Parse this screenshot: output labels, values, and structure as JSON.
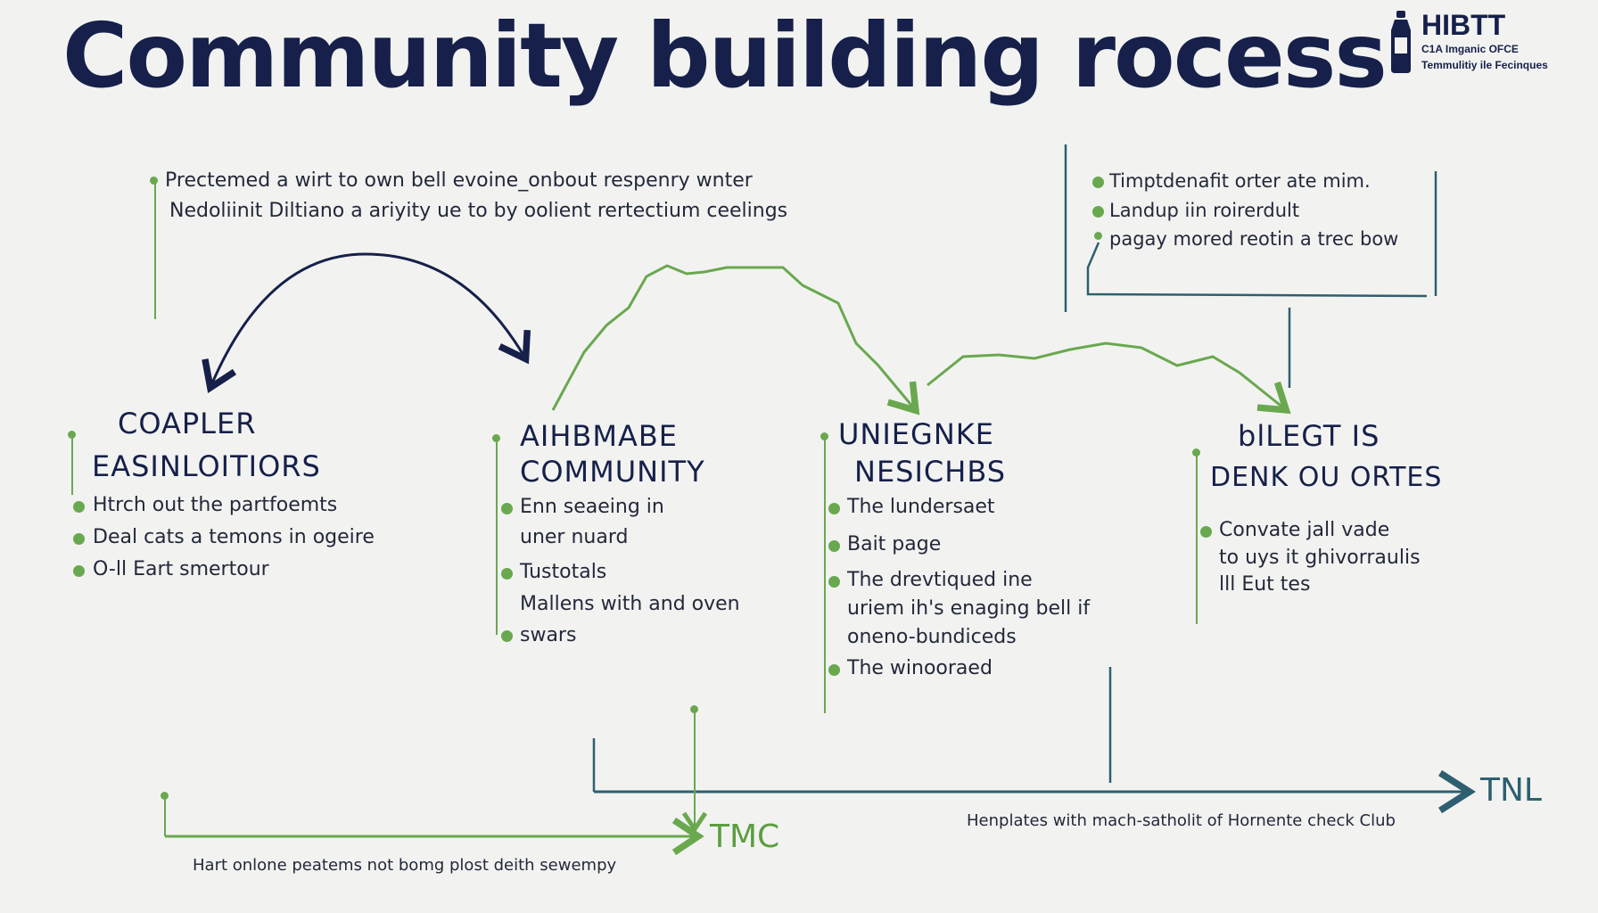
{
  "title": "Community building rocess",
  "logo": {
    "brand": "HIBTT",
    "line1": "C1A Imganic OFCE",
    "line2": "Temmulitiy ile Fecinques"
  },
  "intro": {
    "line1": "Prectemed a wirt to own bell evoine_onbout respenry wnter",
    "line2": "Nedoliinit Diltiano a ariyity ue to by oolient rertectium ceelings"
  },
  "topright": {
    "items": [
      "Timptdenafit orter ate mim.",
      "Landup iin roirerdult",
      "pagay mored reotin a trec bow"
    ]
  },
  "stages": [
    {
      "heading_line1": "COAPLER",
      "heading_line2": "EASINLOITIORS",
      "items": [
        "Htrch out the partfoemts",
        "Deal cats a temons in ogeire",
        "O-ll Eart smertour"
      ]
    },
    {
      "heading_line1": "AIHBMABE",
      "heading_line2": "COMMUNITY",
      "items": [
        "Enn seaeing in",
        "uner nuard",
        "Tustotals",
        "Mallens with and oven",
        "swars"
      ]
    },
    {
      "heading_line1": "UNIEGNKE",
      "heading_line2": "NESICHBS",
      "items": [
        "The lundersaet",
        "Bait page",
        "The drevtiqued ine",
        "uriem ih's enaging bell if",
        "oneno-bundiceds",
        "The winooraed"
      ]
    },
    {
      "heading_line1": "blLEGT IS",
      "heading_line2": "DENK OU ORTES",
      "items": [
        "Convate jall vade",
        "to uys it ghivorraulis",
        "lll Eut tes"
      ]
    }
  ],
  "bottom": {
    "left_label": "Hart onlone peatems not bomg plost deith sewempy",
    "right_label": "Henplates with mach-satholit of Hornente check Club",
    "axis_green": "TMC",
    "axis_blue": "TNL"
  },
  "colors": {
    "navy": "#16204a",
    "green": "#6aa84f",
    "teal": "#2e5f70",
    "background": "#f2f3f1"
  }
}
